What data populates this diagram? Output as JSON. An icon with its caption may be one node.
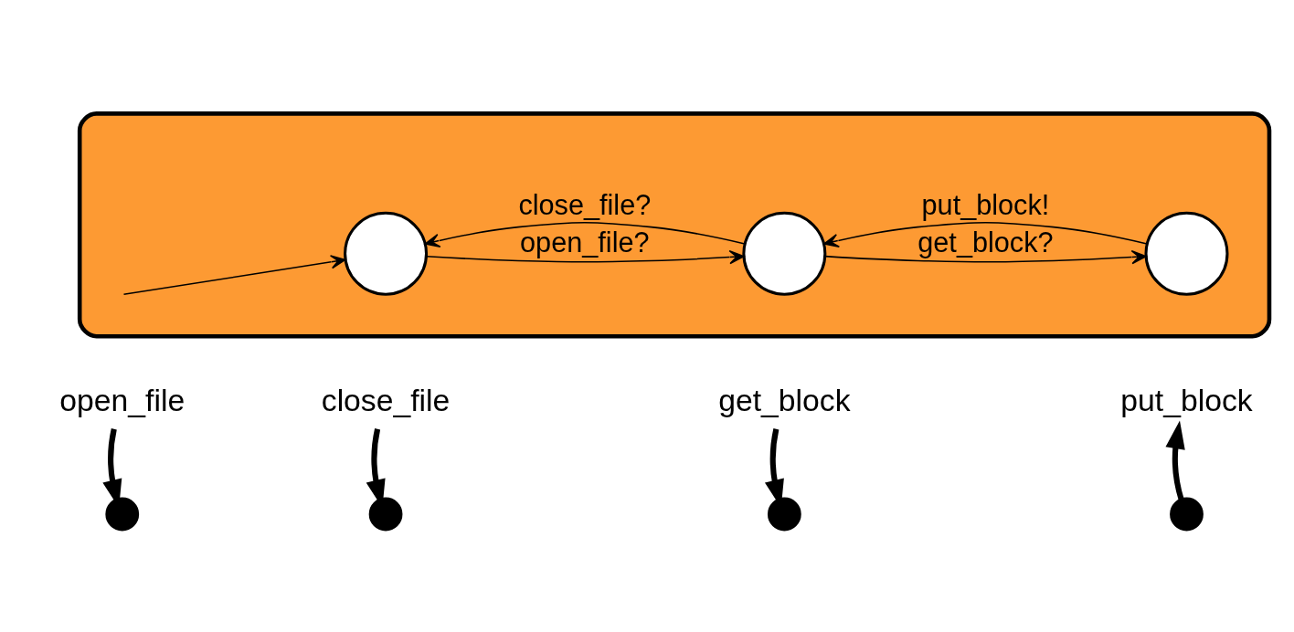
{
  "diagram": {
    "nodes": [
      {
        "text": [
          "open_file"
        ]
      },
      {
        "text": [
          "close_file"
        ]
      },
      {
        "text": [
          "get_block"
        ]
      },
      {
        "text": [
          "put_block"
        ]
      },
      {
        "text": [],
        "shape": "box"
      },
      {
        "text": [],
        "shape": "circle"
      },
      {
        "text": [],
        "shape": "circle"
      },
      {
        "text": [],
        "shape": "circle"
      },
      {
        "text": [],
        "shape": "circle"
      },
      {
        "text": [],
        "shape": "circle",
        "in": 4
      },
      {
        "text": [],
        "shape": "circle",
        "in": 4
      },
      {
        "text": [],
        "shape": "circle",
        "in": 4
      }
    ],
    "edges": [
      {
        "from": 0,
        "to": 5,
        "arrow": "to",
        "style": "thick"
      },
      {
        "from": 1,
        "to": 6,
        "arrow": "to",
        "style": "thick"
      },
      {
        "from": 2,
        "to": 7,
        "arrow": "to",
        "style": "thick"
      },
      {
        "from": 8,
        "to": 3,
        "arrow": "to",
        "style": "thick"
      },
      {
        "from": null,
        "to": 9,
        "arrow": "to"
      },
      {
        "from": 9,
        "to": 10,
        "arrow": "to",
        "label": "open_file?"
      },
      {
        "from": 10,
        "to": 9,
        "arrow": "to",
        "label": "close_file?"
      },
      {
        "from": 10,
        "to": 11,
        "arrow": "to",
        "label": "get_block?"
      },
      {
        "from": 11,
        "to": 10,
        "arrow": "to",
        "label": "put_block!"
      }
    ]
  }
}
